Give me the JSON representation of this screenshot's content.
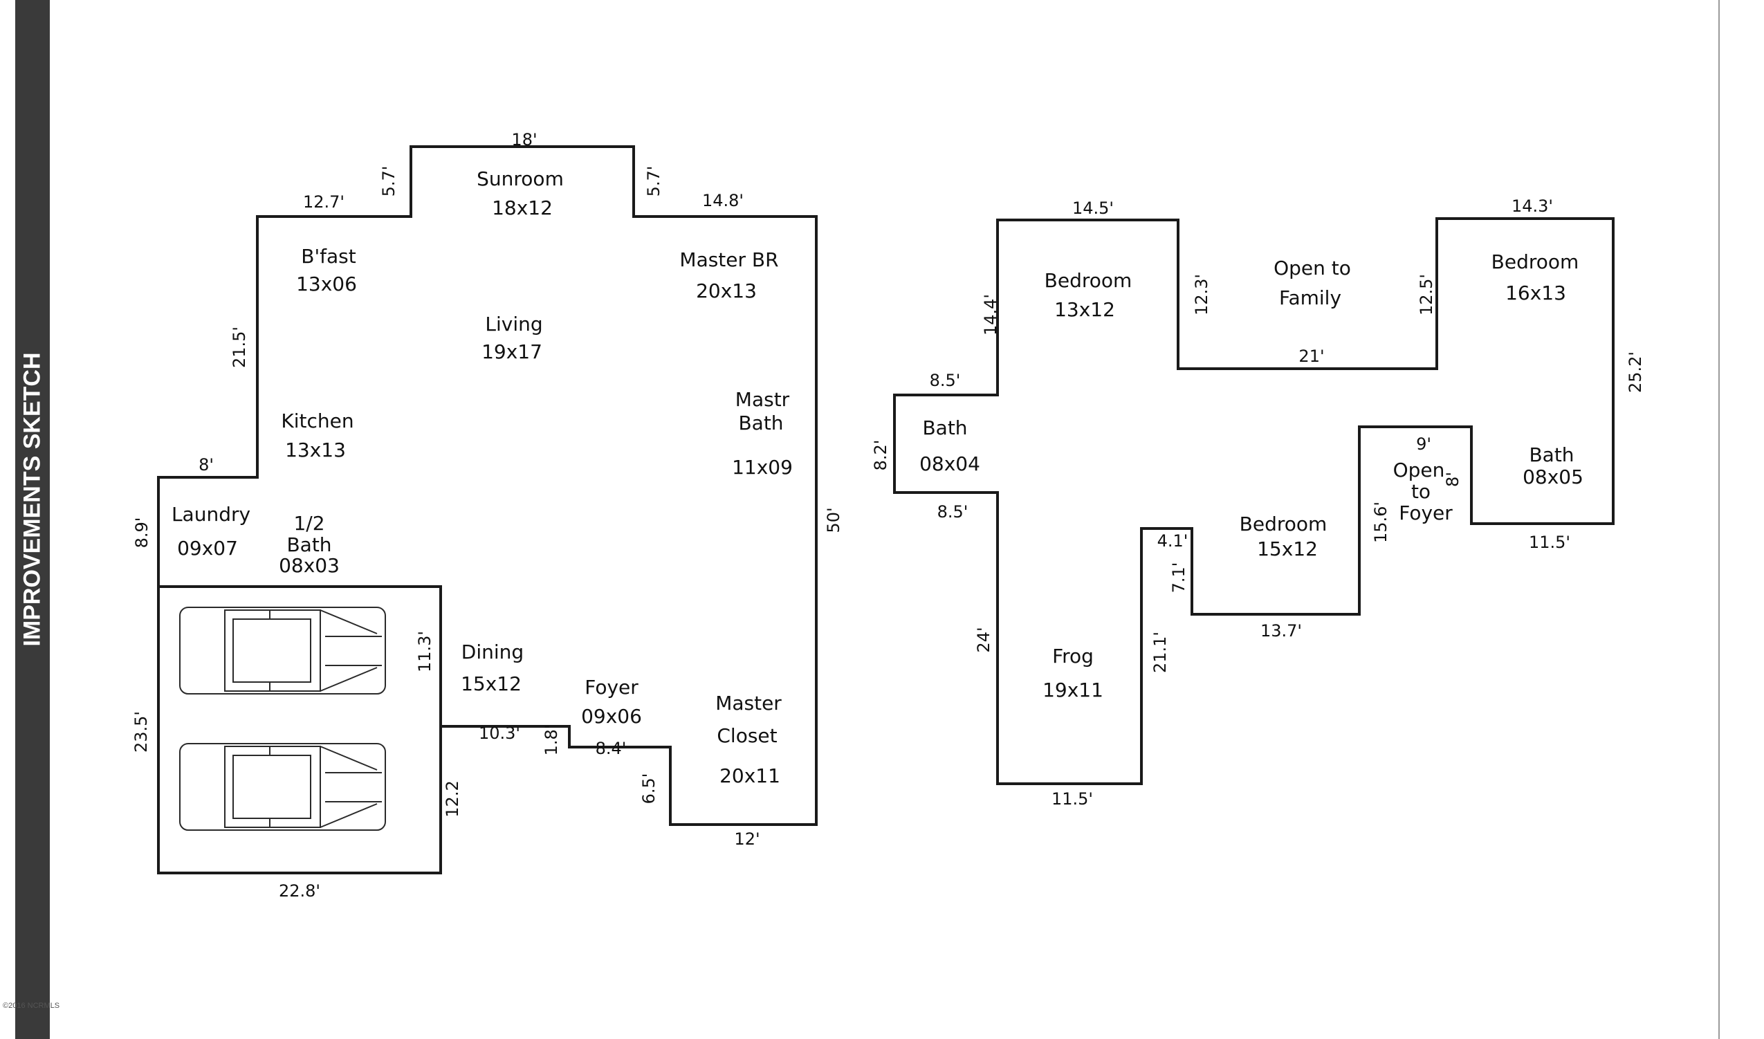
{
  "sidebar": {
    "title": "IMPROVEMENTS SKETCH"
  },
  "copyright": "©2016 NCRMLS",
  "rooms": {
    "sunroom": {
      "name": "Sunroom",
      "size": "18x12"
    },
    "bfast": {
      "name": "B'fast",
      "size": "13x06"
    },
    "master_br": {
      "name": "Master BR",
      "size": "20x13"
    },
    "living": {
      "name": "Living",
      "size": "19x17"
    },
    "kitchen": {
      "name": "Kitchen",
      "size": "13x13"
    },
    "mastr_bath": {
      "line1": "Mastr",
      "line2": "Bath",
      "size": "11x09"
    },
    "laundry": {
      "name": "Laundry",
      "size": "09x07"
    },
    "half_bath": {
      "line1": "1/2",
      "line2": "Bath",
      "size": "08x03"
    },
    "dining": {
      "name": "Dining",
      "size": "15x12"
    },
    "foyer": {
      "name": "Foyer",
      "size": "09x06"
    },
    "master_closet": {
      "line1": "Master",
      "line2": "Closet",
      "size": "20x11"
    },
    "bedroom_a": {
      "name": "Bedroom",
      "size": "13x12"
    },
    "open_family": {
      "line1": "Open to",
      "line2": "Family"
    },
    "bedroom_b": {
      "name": "Bedroom",
      "size": "16x13"
    },
    "bath_a": {
      "name": "Bath",
      "size": "08x04"
    },
    "bath_b": {
      "name": "Bath",
      "size": "08x05"
    },
    "open_foyer": {
      "line1": "Open",
      "line2": "to",
      "line3": "Foyer"
    },
    "bedroom_c": {
      "name": "Bedroom",
      "size": "15x12"
    },
    "frog": {
      "name": "Frog",
      "size": "19x11"
    }
  },
  "dims": {
    "d_18": "18'",
    "d_5_7a": "5.7'",
    "d_5_7b": "5.7'",
    "d_12_7": "12.7'",
    "d_14_8": "14.8'",
    "d_21_5": "21.5'",
    "d_8": "8'",
    "d_8_9": "8.9'",
    "d_50": "50'",
    "d_11_3": "11.3'",
    "d_23_5": "23.5'",
    "d_10_3": "10.3'",
    "d_1_8": "1.8'",
    "d_8_4": "8.4'",
    "d_12_2": "12.2",
    "d_6_5": "6.5'",
    "d_12": "12'",
    "d_22_8": "22.8'",
    "d_14_5": "14.5'",
    "d_14_3": "14.3'",
    "d_14_4": "14.4'",
    "d_12_3": "12.3'",
    "d_12_5": "12.5'",
    "d_21": "21'",
    "d_25_2": "25.2'",
    "d_8_5a": "8.5'",
    "d_8_2": "8.2'",
    "d_8_5b": "8.5'",
    "d_9": "9'",
    "d_8b": "8'",
    "d_11_5a": "11.5'",
    "d_15_6": "15.6'",
    "d_4_1": "4.1'",
    "d_7_1": "7.1'",
    "d_13_7": "13.7'",
    "d_24": "24'",
    "d_21_1": "21.1'",
    "d_11_5b": "11.5'"
  }
}
